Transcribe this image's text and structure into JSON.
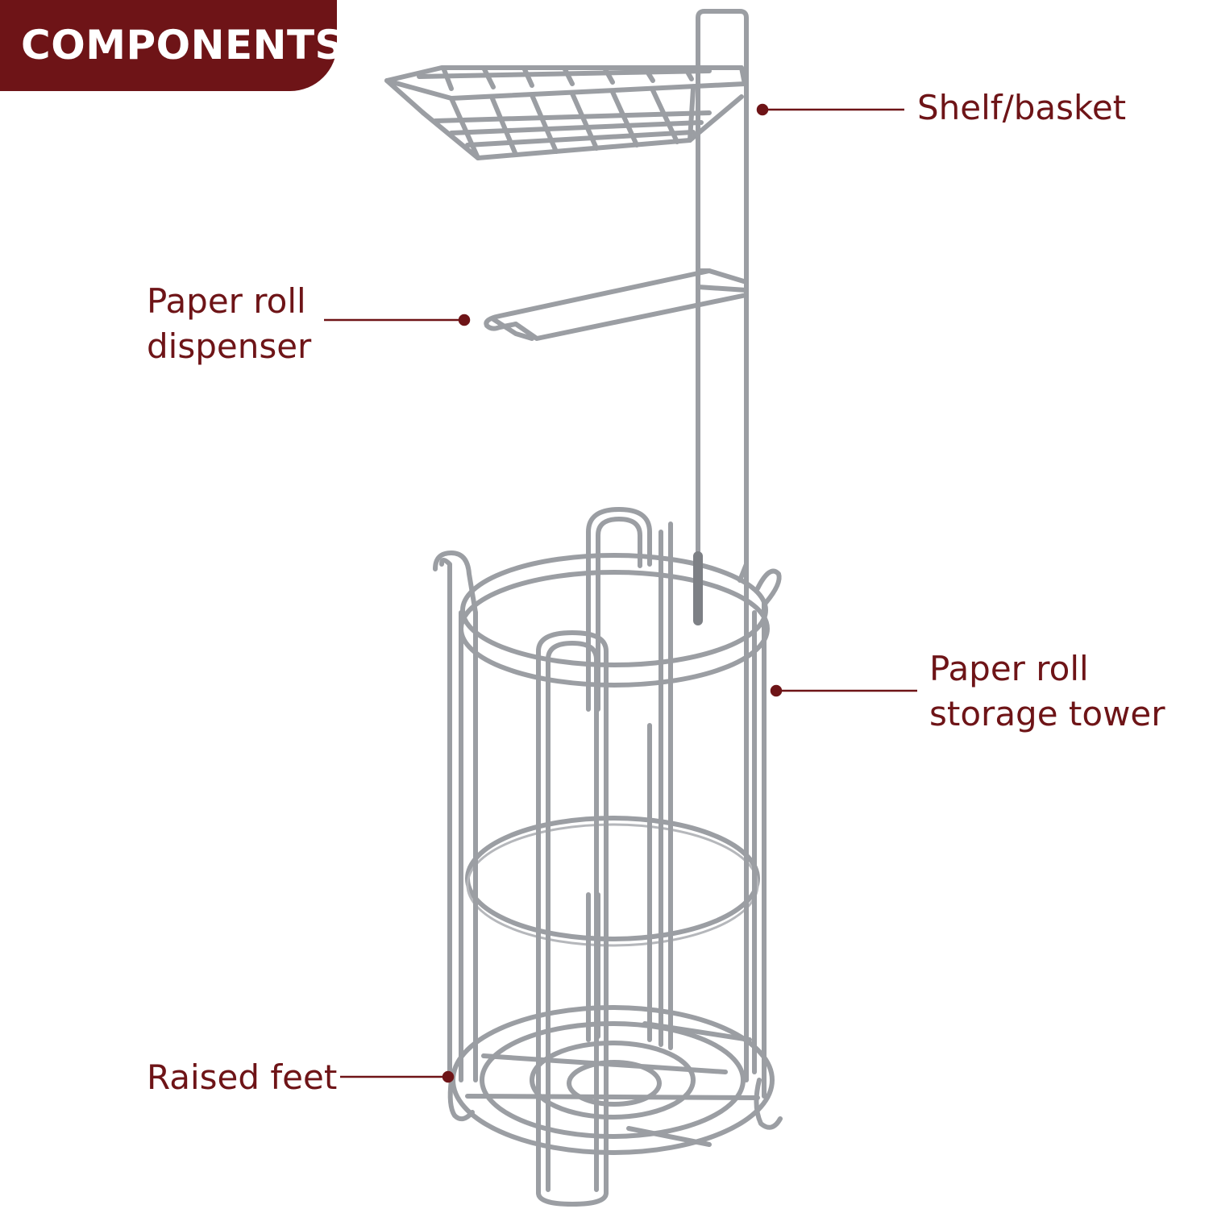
{
  "badge": {
    "text": "COMPONENTS"
  },
  "labels": {
    "shelf": "Shelf/basket",
    "dispenser_line1": "Paper roll",
    "dispenser_line2": "dispenser",
    "tower_line1": "Paper roll",
    "tower_line2": "storage tower",
    "feet": "Raised feet"
  },
  "colors": {
    "accent": "#6e1417",
    "metal": "#9b9ea3",
    "metal_dark": "#7d8085",
    "background": "#ffffff"
  }
}
